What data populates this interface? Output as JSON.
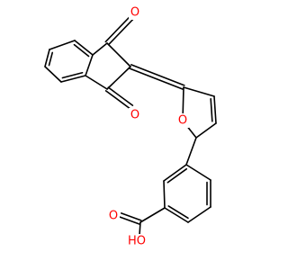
{
  "colors": {
    "bond": "#000000",
    "oxygen": "#ff0000",
    "background": "#ffffff"
  },
  "atom_labels": [
    {
      "id": "ketone_o_top",
      "text": "O",
      "element": "O"
    },
    {
      "id": "ketone_o_bottom",
      "text": "O",
      "element": "O"
    },
    {
      "id": "furan_o",
      "text": "O",
      "element": "O"
    },
    {
      "id": "carboxyl_o",
      "text": "O",
      "element": "O"
    },
    {
      "id": "hydroxyl_oh",
      "text": "HO",
      "element": "O"
    }
  ]
}
